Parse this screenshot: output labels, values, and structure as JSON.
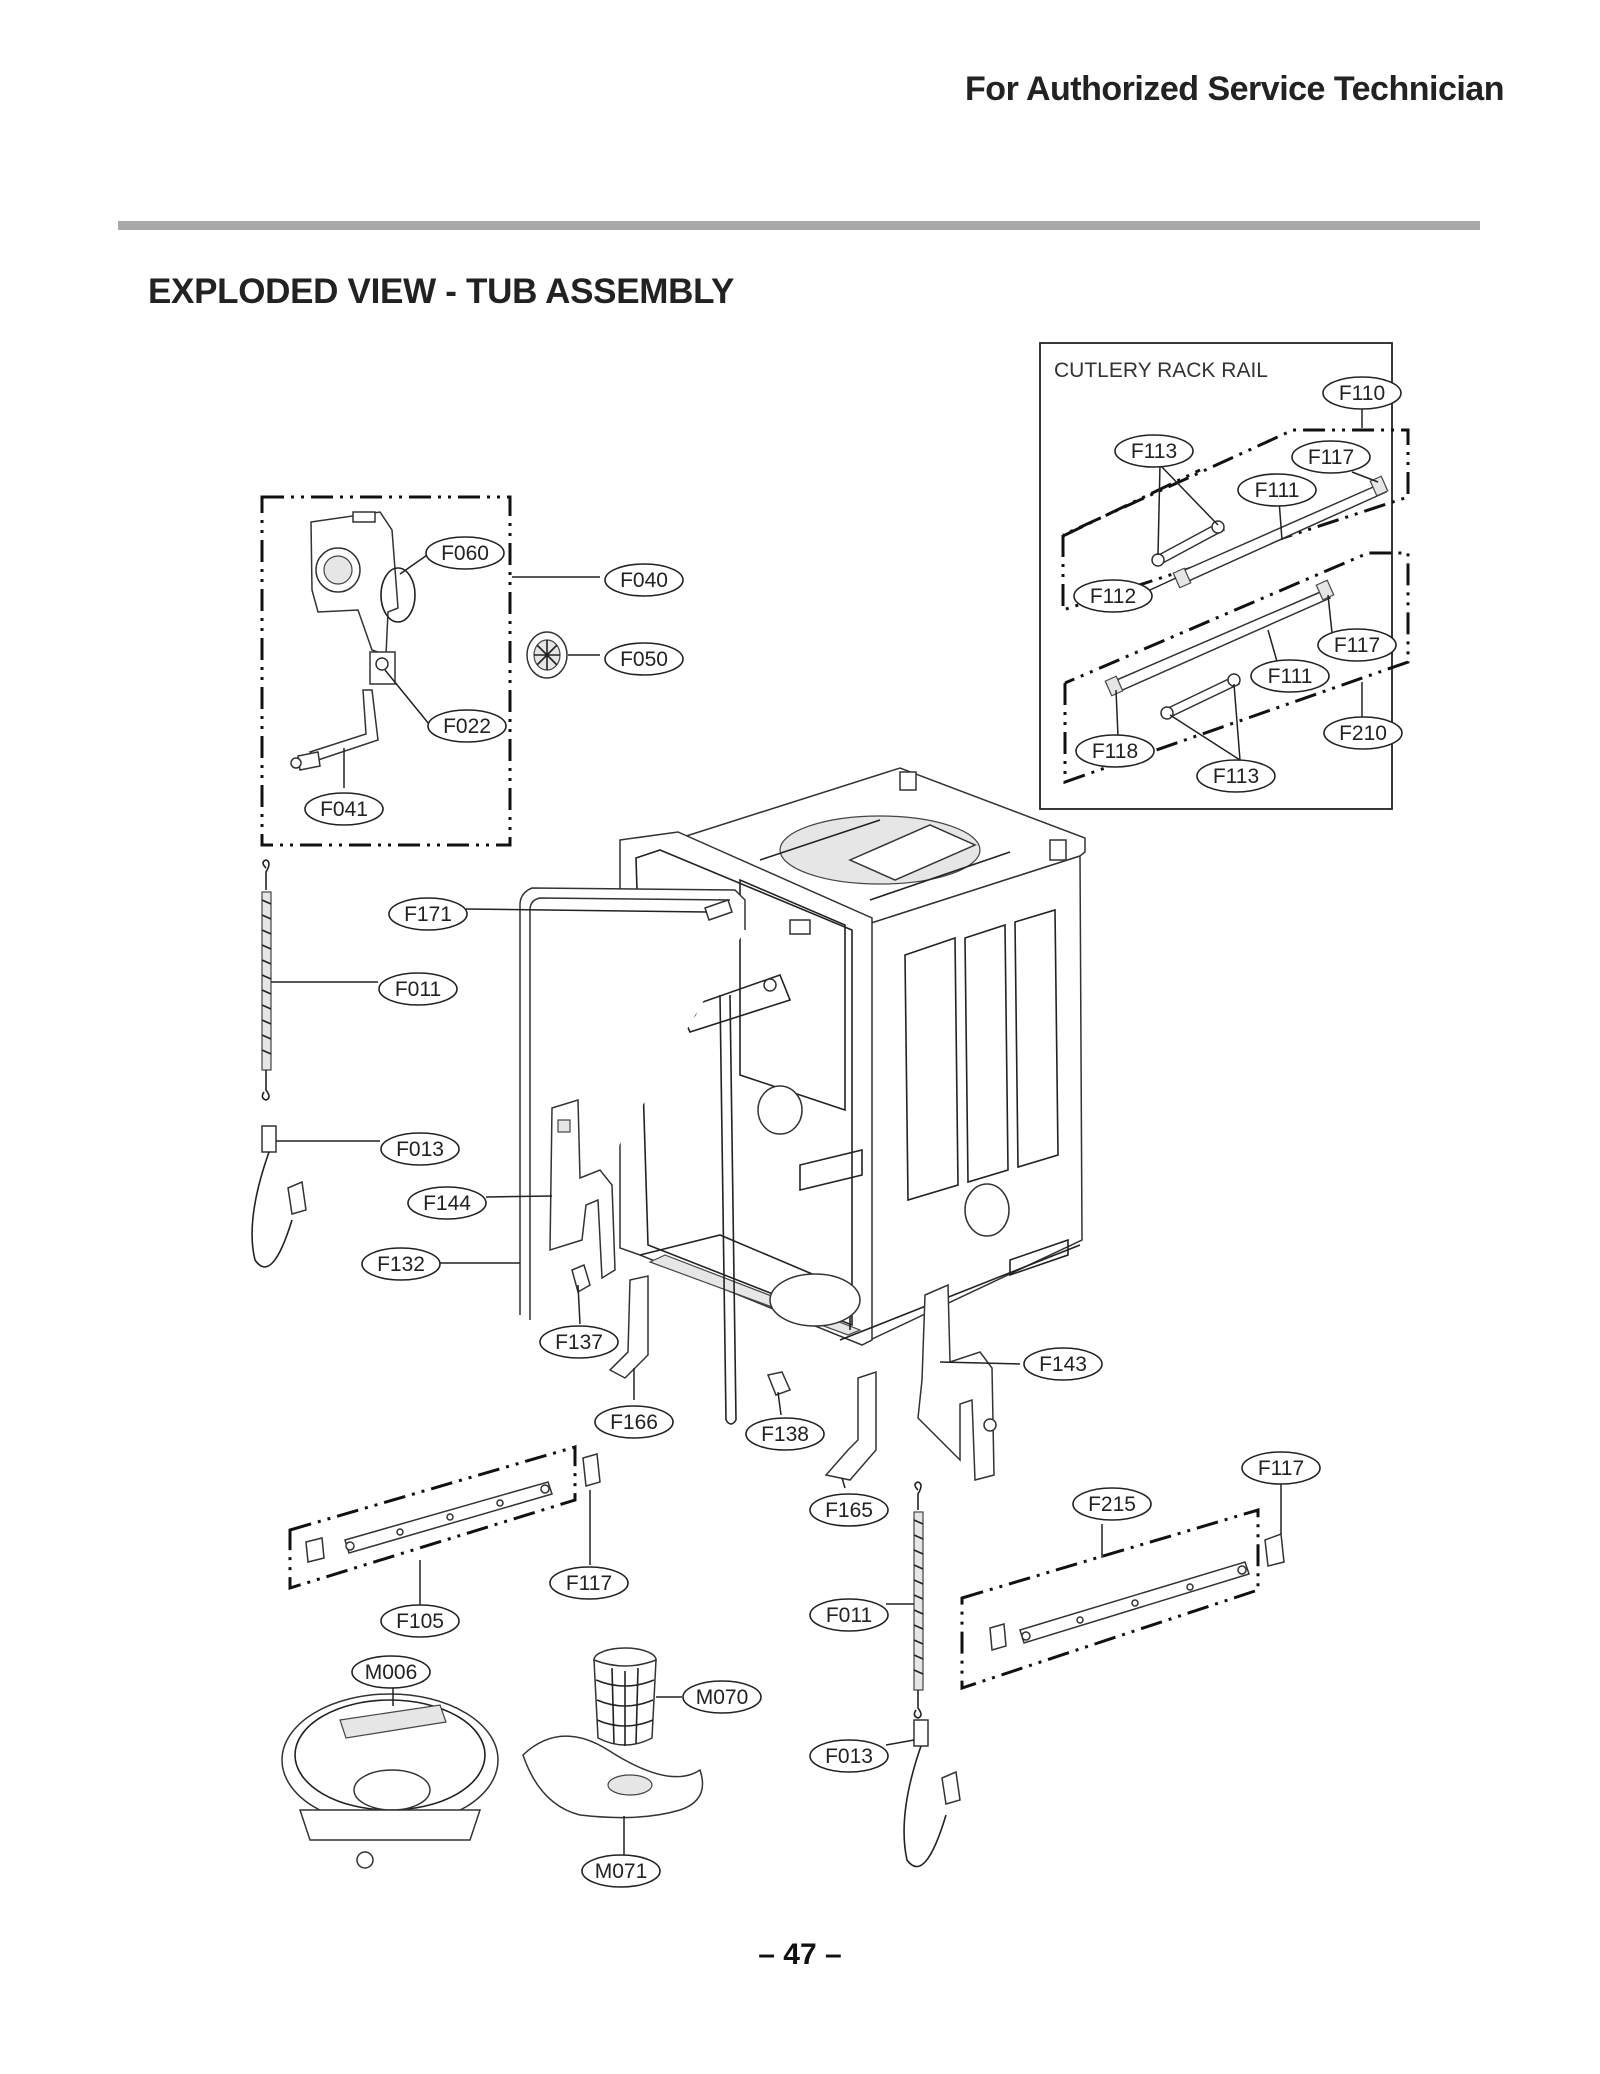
{
  "header": {
    "audience": "For Authorized Service Technician"
  },
  "page": {
    "title": "EXPLODED VIEW - TUB ASSEMBLY",
    "number": "– 47 –"
  },
  "inset": {
    "title": "CUTLERY RACK RAIL"
  },
  "callouts": {
    "F110": "F110",
    "F113a": "F113",
    "F117a": "F117",
    "F111a": "F111",
    "F112": "F112",
    "F117b": "F117",
    "F111b": "F111",
    "F210": "F210",
    "F118": "F118",
    "F113b": "F113",
    "F060": "F060",
    "F040": "F040",
    "F050": "F050",
    "F022": "F022",
    "F041": "F041",
    "F171": "F171",
    "F011a": "F011",
    "F013a": "F013",
    "F144": "F144",
    "F132": "F132",
    "F137": "F137",
    "F143": "F143",
    "F166": "F166",
    "F138": "F138",
    "F165": "F165",
    "F117c": "F117",
    "F215": "F215",
    "F117d": "F117",
    "F105": "F105",
    "F011b": "F011",
    "M006": "M006",
    "M070": "M070",
    "F013b": "F013",
    "M071": "M071"
  },
  "colors": {
    "ink": "#222222",
    "rule": "#a9a9a9",
    "part_fill": "#ffffff",
    "part_shade": "#e6e6e6"
  }
}
